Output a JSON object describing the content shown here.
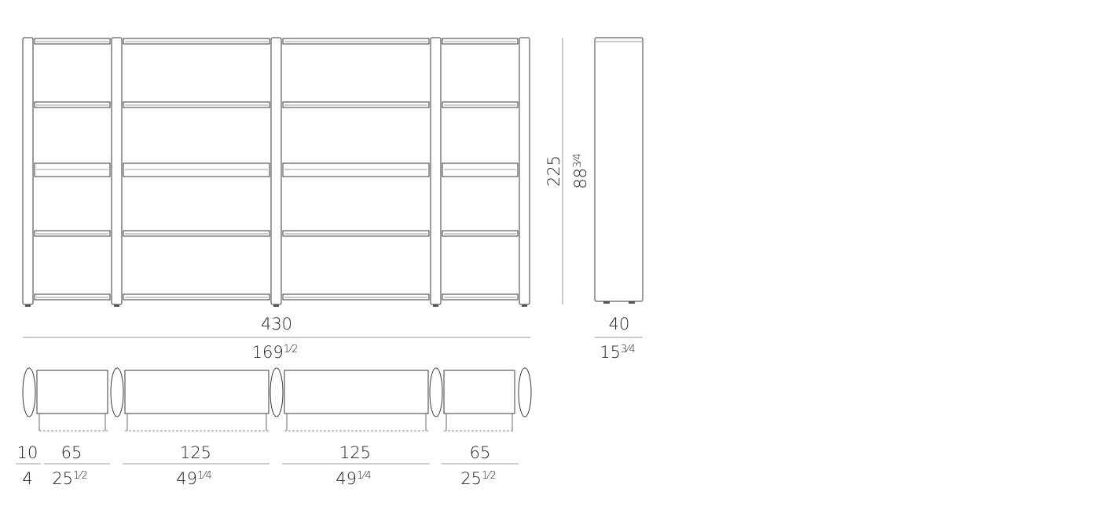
{
  "colors": {
    "line": "#3a3a3a",
    "shelf": "#9a9a9a",
    "dash": "#8a8a8a",
    "text": "#222222",
    "dimline": "#9a9a9a"
  },
  "front_view": {
    "overall_width_cm": "430",
    "overall_width_in": "169",
    "overall_width_in_frac": "1⁄2",
    "height_cm": "225",
    "height_in": "88",
    "height_in_frac": "3⁄4"
  },
  "side_view": {
    "depth_cm": "40",
    "depth_in": "15",
    "depth_in_frac": "3⁄4"
  },
  "plan_view": {
    "upright_cm": "10",
    "upright_in": "4",
    "modules": [
      {
        "cm": "65",
        "in": "25",
        "in_frac": "1⁄2"
      },
      {
        "cm": "125",
        "in": "49",
        "in_frac": "1⁄4"
      },
      {
        "cm": "125",
        "in": "49",
        "in_frac": "1⁄4"
      },
      {
        "cm": "65",
        "in": "25",
        "in_frac": "1⁄2"
      }
    ]
  }
}
